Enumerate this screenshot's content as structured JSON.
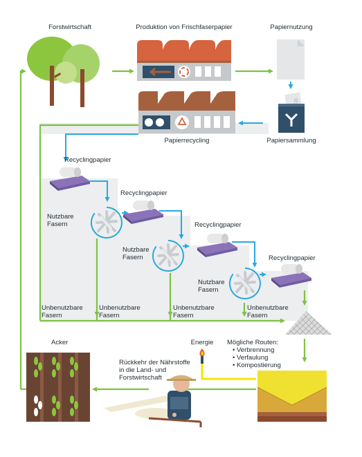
{
  "labels": {
    "forestry": "Forstwirtschaft",
    "production": "Produktion von Frischfaserpapier",
    "usage": "Papiernutzung",
    "recycling": "Papierrecycling",
    "collection": "Papiersammlung",
    "old_paper": "OLD",
    "recycled_paper": [
      "Recyclingpapier",
      "Recyclingpapier",
      "Recyclingpapier",
      "Recyclingpapier"
    ],
    "usable_fibers": [
      {
        "line1": "Nutzbare",
        "line2": "Fasern"
      },
      {
        "line1": "Nutzbare",
        "line2": "Fasern"
      },
      {
        "line1": "Nutzbare",
        "line2": "Fasern"
      }
    ],
    "unusable_fibers": [
      {
        "line1": "Unbenutzbare",
        "line2": "Fasern"
      },
      {
        "line1": "Unbenutzbare",
        "line2": "Fasern"
      },
      {
        "line1": "Unbenutzbare",
        "line2": "Fasern"
      },
      {
        "line1": "Unbenutzbare",
        "line2": "Fasern"
      }
    ],
    "field": "Acker",
    "energy": "Energie",
    "routes_title": "Mögliche Routen:",
    "routes": [
      "Verbrennung",
      "Verfaulung",
      "Kompostierung"
    ],
    "nutrients": {
      "line1": "Rückkehr der Nährstoffe",
      "line2": "in die Land- und",
      "line3": "Forstwirtschaft"
    }
  },
  "colors": {
    "green_flow": "#7dc242",
    "blue_flow": "#29a8e0",
    "yellow_flow": "#f3e600",
    "factory_orange": "#d5643f",
    "factory_brown": "#a5613d",
    "panel_grey": "#eceeef",
    "purple": "#8a73b8",
    "tree_green": "#8cc63f",
    "trunk": "#8b4a2e"
  }
}
